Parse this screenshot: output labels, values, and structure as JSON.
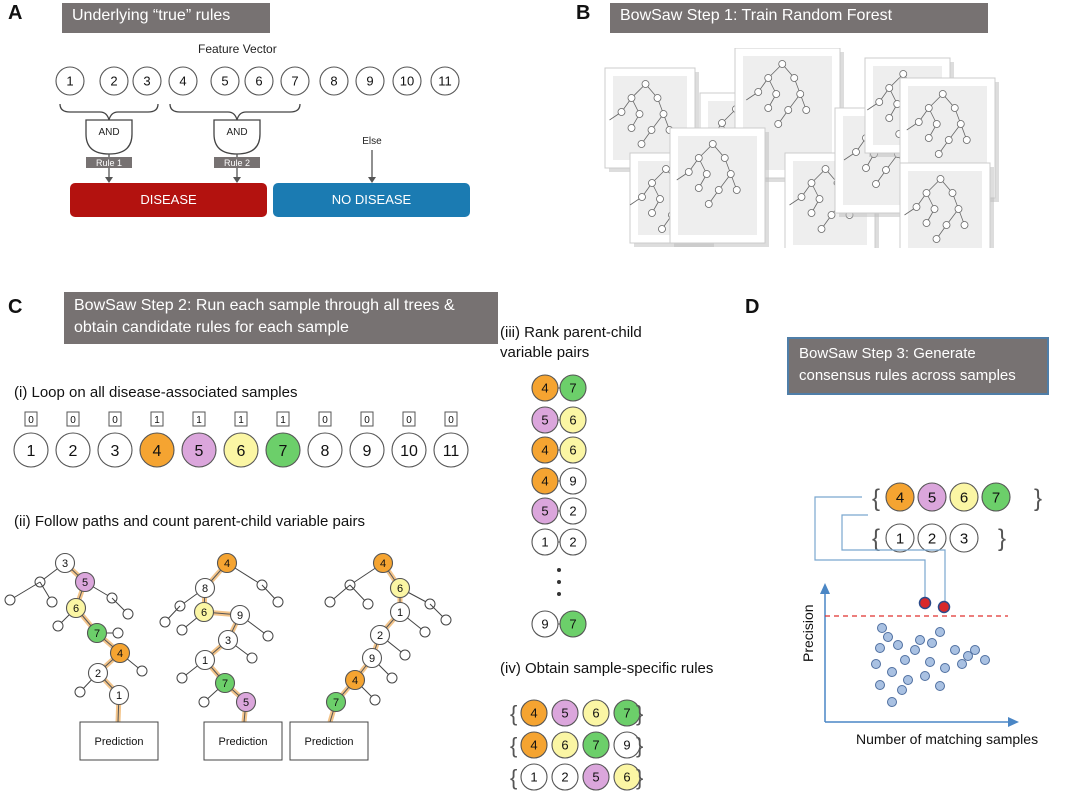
{
  "panels": {
    "a": {
      "letter": "A",
      "title": "Underlying “true” rules",
      "feature_vector_label": "Feature Vector",
      "features": [
        "1",
        "2",
        "3",
        "4",
        "5",
        "6",
        "7",
        "8",
        "9",
        "10",
        "11"
      ],
      "gate1_label": "AND",
      "gate2_label": "AND",
      "rule1_label": "Rule 1",
      "rule2_label": "Rule 2",
      "else_label": "Else",
      "disease_label": "DISEASE",
      "no_disease_label": "NO DISEASE"
    },
    "b": {
      "letter": "B",
      "title": "BowSaw Step 1: Train Random Forest"
    },
    "c": {
      "letter": "C",
      "title_line1": "BowSaw Step 2: Run each sample through all trees &",
      "title_line2": "obtain candidate rules for each sample",
      "step_i": "(i) Loop on all disease-associated samples",
      "indicators": [
        "0",
        "0",
        "0",
        "1",
        "1",
        "1",
        "1",
        "0",
        "0",
        "0",
        "0"
      ],
      "samples": [
        "1",
        "2",
        "3",
        "4",
        "5",
        "6",
        "7",
        "8",
        "9",
        "10",
        "11"
      ],
      "step_ii": "(ii) Follow paths and count parent-child variable pairs",
      "prediction_label": "Prediction",
      "tree1_nodes": [
        "3",
        "5",
        "6",
        "7",
        "4",
        "2",
        "1"
      ],
      "tree2_nodes": [
        "4",
        "8",
        "6",
        "9",
        "3",
        "1",
        "7",
        "5"
      ],
      "tree3_nodes": [
        "4",
        "6",
        "1",
        "2",
        "9",
        "4",
        "7"
      ],
      "step_iii_line1": "(iii) Rank parent-child",
      "step_iii_line2": "variable pairs",
      "pairs": [
        [
          "4",
          "7"
        ],
        [
          "5",
          "6"
        ],
        [
          "4",
          "6"
        ],
        [
          "4",
          "9"
        ],
        [
          "5",
          "2"
        ],
        [
          "1",
          "2"
        ],
        [
          "9",
          "7"
        ]
      ],
      "step_iv": "(iv) Obtain sample-specific rules",
      "rules": [
        [
          "4",
          "5",
          "6",
          "7"
        ],
        [
          "4",
          "6",
          "7",
          "9"
        ],
        [
          "1",
          "2",
          "5",
          "6"
        ]
      ]
    },
    "d": {
      "letter": "D",
      "title_line1": "BowSaw Step 3: Generate",
      "title_line2": "consensus rules across samples",
      "rule_top": [
        "4",
        "5",
        "6",
        "7"
      ],
      "rule_bottom": [
        "1",
        "2",
        "3"
      ],
      "y_label": "Precision",
      "x_label": "Number of matching samples"
    }
  },
  "colors": {
    "orange": "#f5a431",
    "purple": "#dba6dc",
    "yellow": "#fbf6a4",
    "green": "#6ccf6a",
    "disease": "#b3120f",
    "no_disease": "#1b7bb2",
    "scatter": "#a9c1e2",
    "threshold": "#e0302e"
  }
}
